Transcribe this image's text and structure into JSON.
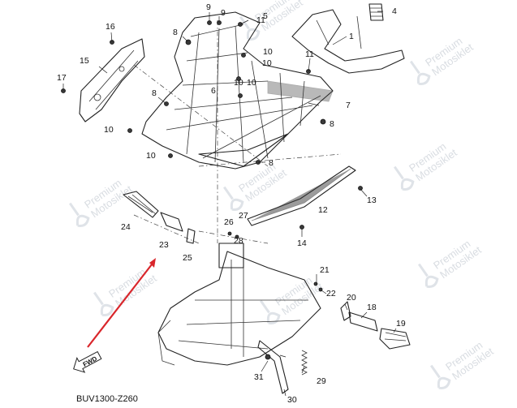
{
  "diagram_code": "BUV1300-Z260",
  "fwd_label": "FWD",
  "watermark": {
    "line1": "Premium",
    "line2": "Motosiklet"
  },
  "arrow_color": "#d9262b",
  "callouts": [
    {
      "id": "c1",
      "label": "1"
    },
    {
      "id": "c4",
      "label": "4"
    },
    {
      "id": "c5",
      "label": "5"
    },
    {
      "id": "c6",
      "label": "6"
    },
    {
      "id": "c7",
      "label": "7"
    },
    {
      "id": "c8a",
      "label": "8"
    },
    {
      "id": "c8b",
      "label": "8"
    },
    {
      "id": "c8c",
      "label": "8"
    },
    {
      "id": "c8d",
      "label": "8"
    },
    {
      "id": "c9a",
      "label": "9"
    },
    {
      "id": "c9b",
      "label": "9"
    },
    {
      "id": "c10a",
      "label": "10"
    },
    {
      "id": "c10b",
      "label": "10"
    },
    {
      "id": "c10c",
      "label": "10"
    },
    {
      "id": "c10d",
      "label": "10"
    },
    {
      "id": "c10e",
      "label": "10"
    },
    {
      "id": "c10f",
      "label": "10"
    },
    {
      "id": "c11a",
      "label": "11"
    },
    {
      "id": "c11b",
      "label": "11"
    },
    {
      "id": "c12",
      "label": "12"
    },
    {
      "id": "c13",
      "label": "13"
    },
    {
      "id": "c14",
      "label": "14"
    },
    {
      "id": "c15",
      "label": "15"
    },
    {
      "id": "c16",
      "label": "16"
    },
    {
      "id": "c17",
      "label": "17"
    },
    {
      "id": "c18",
      "label": "18"
    },
    {
      "id": "c19",
      "label": "19"
    },
    {
      "id": "c20",
      "label": "20"
    },
    {
      "id": "c21",
      "label": "21"
    },
    {
      "id": "c22",
      "label": "22"
    },
    {
      "id": "c23",
      "label": "23"
    },
    {
      "id": "c24",
      "label": "24"
    },
    {
      "id": "c25",
      "label": "25"
    },
    {
      "id": "c26",
      "label": "26"
    },
    {
      "id": "c27",
      "label": "27"
    },
    {
      "id": "c28",
      "label": "28"
    },
    {
      "id": "c29",
      "label": "29"
    },
    {
      "id": "c30",
      "label": "30"
    },
    {
      "id": "c31",
      "label": "31"
    }
  ]
}
